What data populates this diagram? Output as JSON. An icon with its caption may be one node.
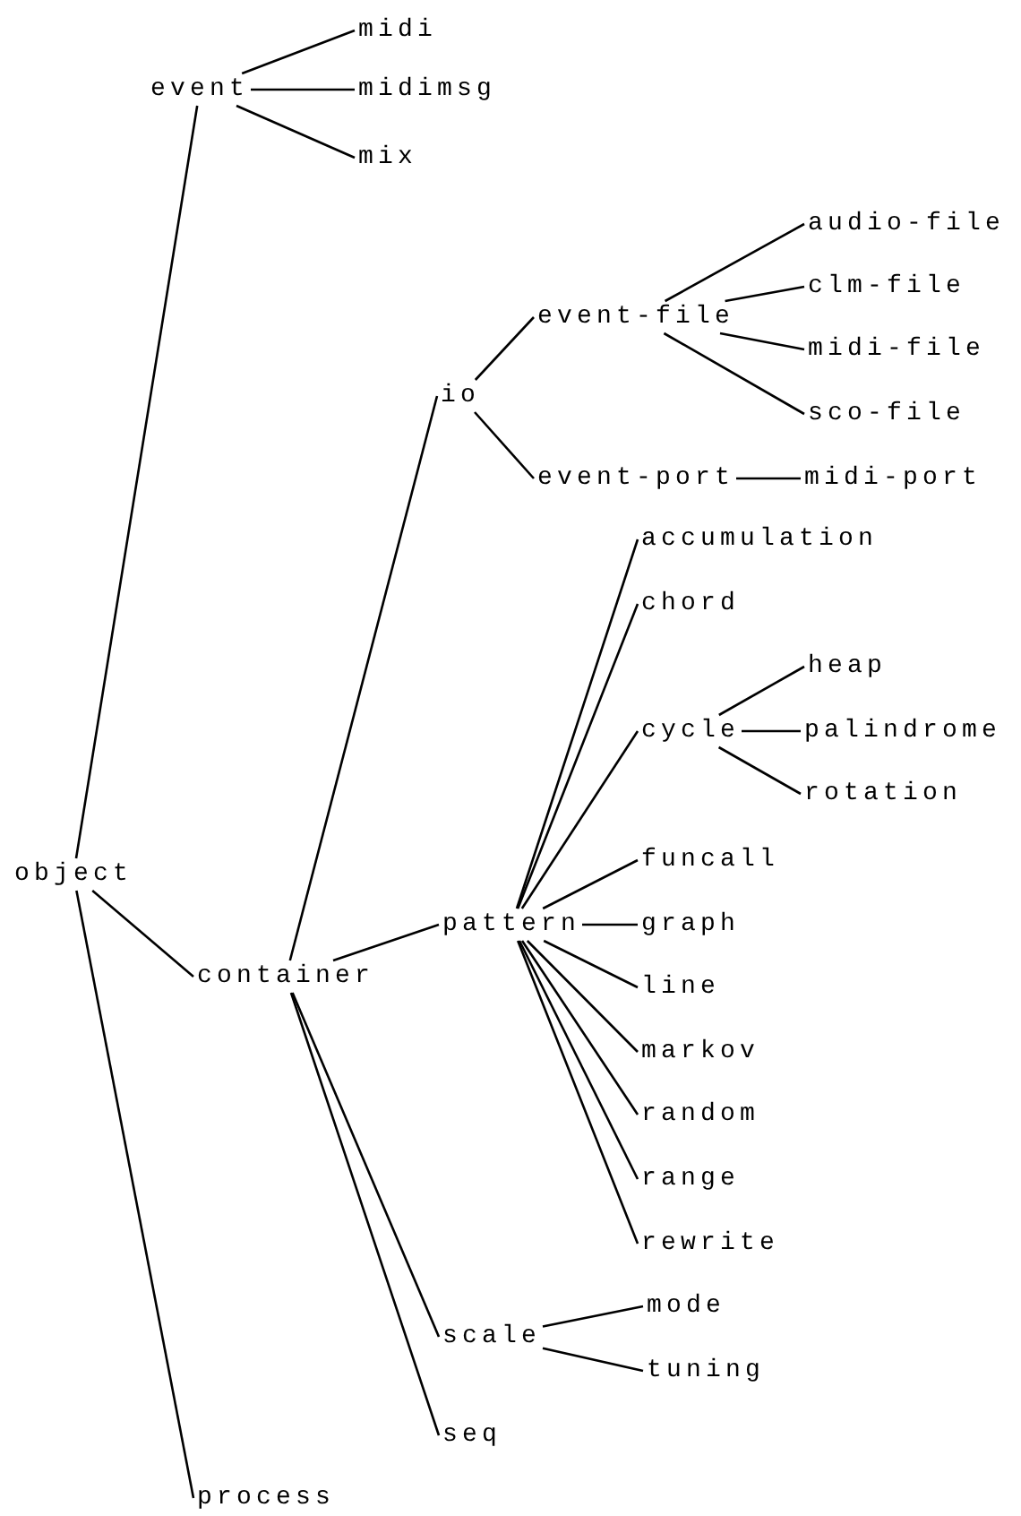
{
  "diagram": {
    "nodes": [
      {
        "text": [
          "object"
        ]
      },
      {
        "text": [
          "event"
        ]
      },
      {
        "text": [
          "midi"
        ]
      },
      {
        "text": [
          "midimsg"
        ]
      },
      {
        "text": [
          "mix"
        ]
      },
      {
        "text": [
          "container"
        ]
      },
      {
        "text": [
          "io"
        ]
      },
      {
        "text": [
          "event-file"
        ]
      },
      {
        "text": [
          "audio-file"
        ]
      },
      {
        "text": [
          "clm-file"
        ]
      },
      {
        "text": [
          "midi-file"
        ]
      },
      {
        "text": [
          "sco-file"
        ]
      },
      {
        "text": [
          "event-port"
        ]
      },
      {
        "text": [
          "midi-port"
        ]
      },
      {
        "text": [
          "pattern"
        ]
      },
      {
        "text": [
          "accumulation"
        ]
      },
      {
        "text": [
          "chord"
        ]
      },
      {
        "text": [
          "cycle"
        ]
      },
      {
        "text": [
          "heap"
        ]
      },
      {
        "text": [
          "palindrome"
        ]
      },
      {
        "text": [
          "rotation"
        ]
      },
      {
        "text": [
          "funcall"
        ]
      },
      {
        "text": [
          "graph"
        ]
      },
      {
        "text": [
          "line"
        ]
      },
      {
        "text": [
          "markov"
        ]
      },
      {
        "text": [
          "random"
        ]
      },
      {
        "text": [
          "range"
        ]
      },
      {
        "text": [
          "rewrite"
        ]
      },
      {
        "text": [
          "scale"
        ]
      },
      {
        "text": [
          "mode"
        ]
      },
      {
        "text": [
          "tuning"
        ]
      },
      {
        "text": [
          "seq"
        ]
      },
      {
        "text": [
          "process"
        ]
      }
    ],
    "edges": [
      {
        "from": 0,
        "to": 1,
        "arrow": "none"
      },
      {
        "from": 1,
        "to": 2,
        "arrow": "none"
      },
      {
        "from": 1,
        "to": 3,
        "arrow": "none"
      },
      {
        "from": 1,
        "to": 4,
        "arrow": "none"
      },
      {
        "from": 0,
        "to": 5,
        "arrow": "none"
      },
      {
        "from": 5,
        "to": 6,
        "arrow": "none"
      },
      {
        "from": 6,
        "to": 7,
        "arrow": "none"
      },
      {
        "from": 7,
        "to": 8,
        "arrow": "none"
      },
      {
        "from": 7,
        "to": 9,
        "arrow": "none"
      },
      {
        "from": 7,
        "to": 10,
        "arrow": "none"
      },
      {
        "from": 7,
        "to": 11,
        "arrow": "none"
      },
      {
        "from": 6,
        "to": 12,
        "arrow": "none"
      },
      {
        "from": 12,
        "to": 13,
        "arrow": "none"
      },
      {
        "from": 5,
        "to": 14,
        "arrow": "none"
      },
      {
        "from": 14,
        "to": 15,
        "arrow": "none"
      },
      {
        "from": 14,
        "to": 16,
        "arrow": "none"
      },
      {
        "from": 14,
        "to": 17,
        "arrow": "none"
      },
      {
        "from": 17,
        "to": 18,
        "arrow": "none"
      },
      {
        "from": 17,
        "to": 19,
        "arrow": "none"
      },
      {
        "from": 17,
        "to": 20,
        "arrow": "none"
      },
      {
        "from": 14,
        "to": 21,
        "arrow": "none"
      },
      {
        "from": 14,
        "to": 22,
        "arrow": "none"
      },
      {
        "from": 14,
        "to": 23,
        "arrow": "none"
      },
      {
        "from": 14,
        "to": 24,
        "arrow": "none"
      },
      {
        "from": 14,
        "to": 25,
        "arrow": "none"
      },
      {
        "from": 14,
        "to": 26,
        "arrow": "none"
      },
      {
        "from": 14,
        "to": 27,
        "arrow": "none"
      },
      {
        "from": 5,
        "to": 28,
        "arrow": "none"
      },
      {
        "from": 28,
        "to": 29,
        "arrow": "none"
      },
      {
        "from": 28,
        "to": 30,
        "arrow": "none"
      },
      {
        "from": 5,
        "to": 31,
        "arrow": "none"
      },
      {
        "from": 0,
        "to": 32,
        "arrow": "none"
      }
    ]
  }
}
